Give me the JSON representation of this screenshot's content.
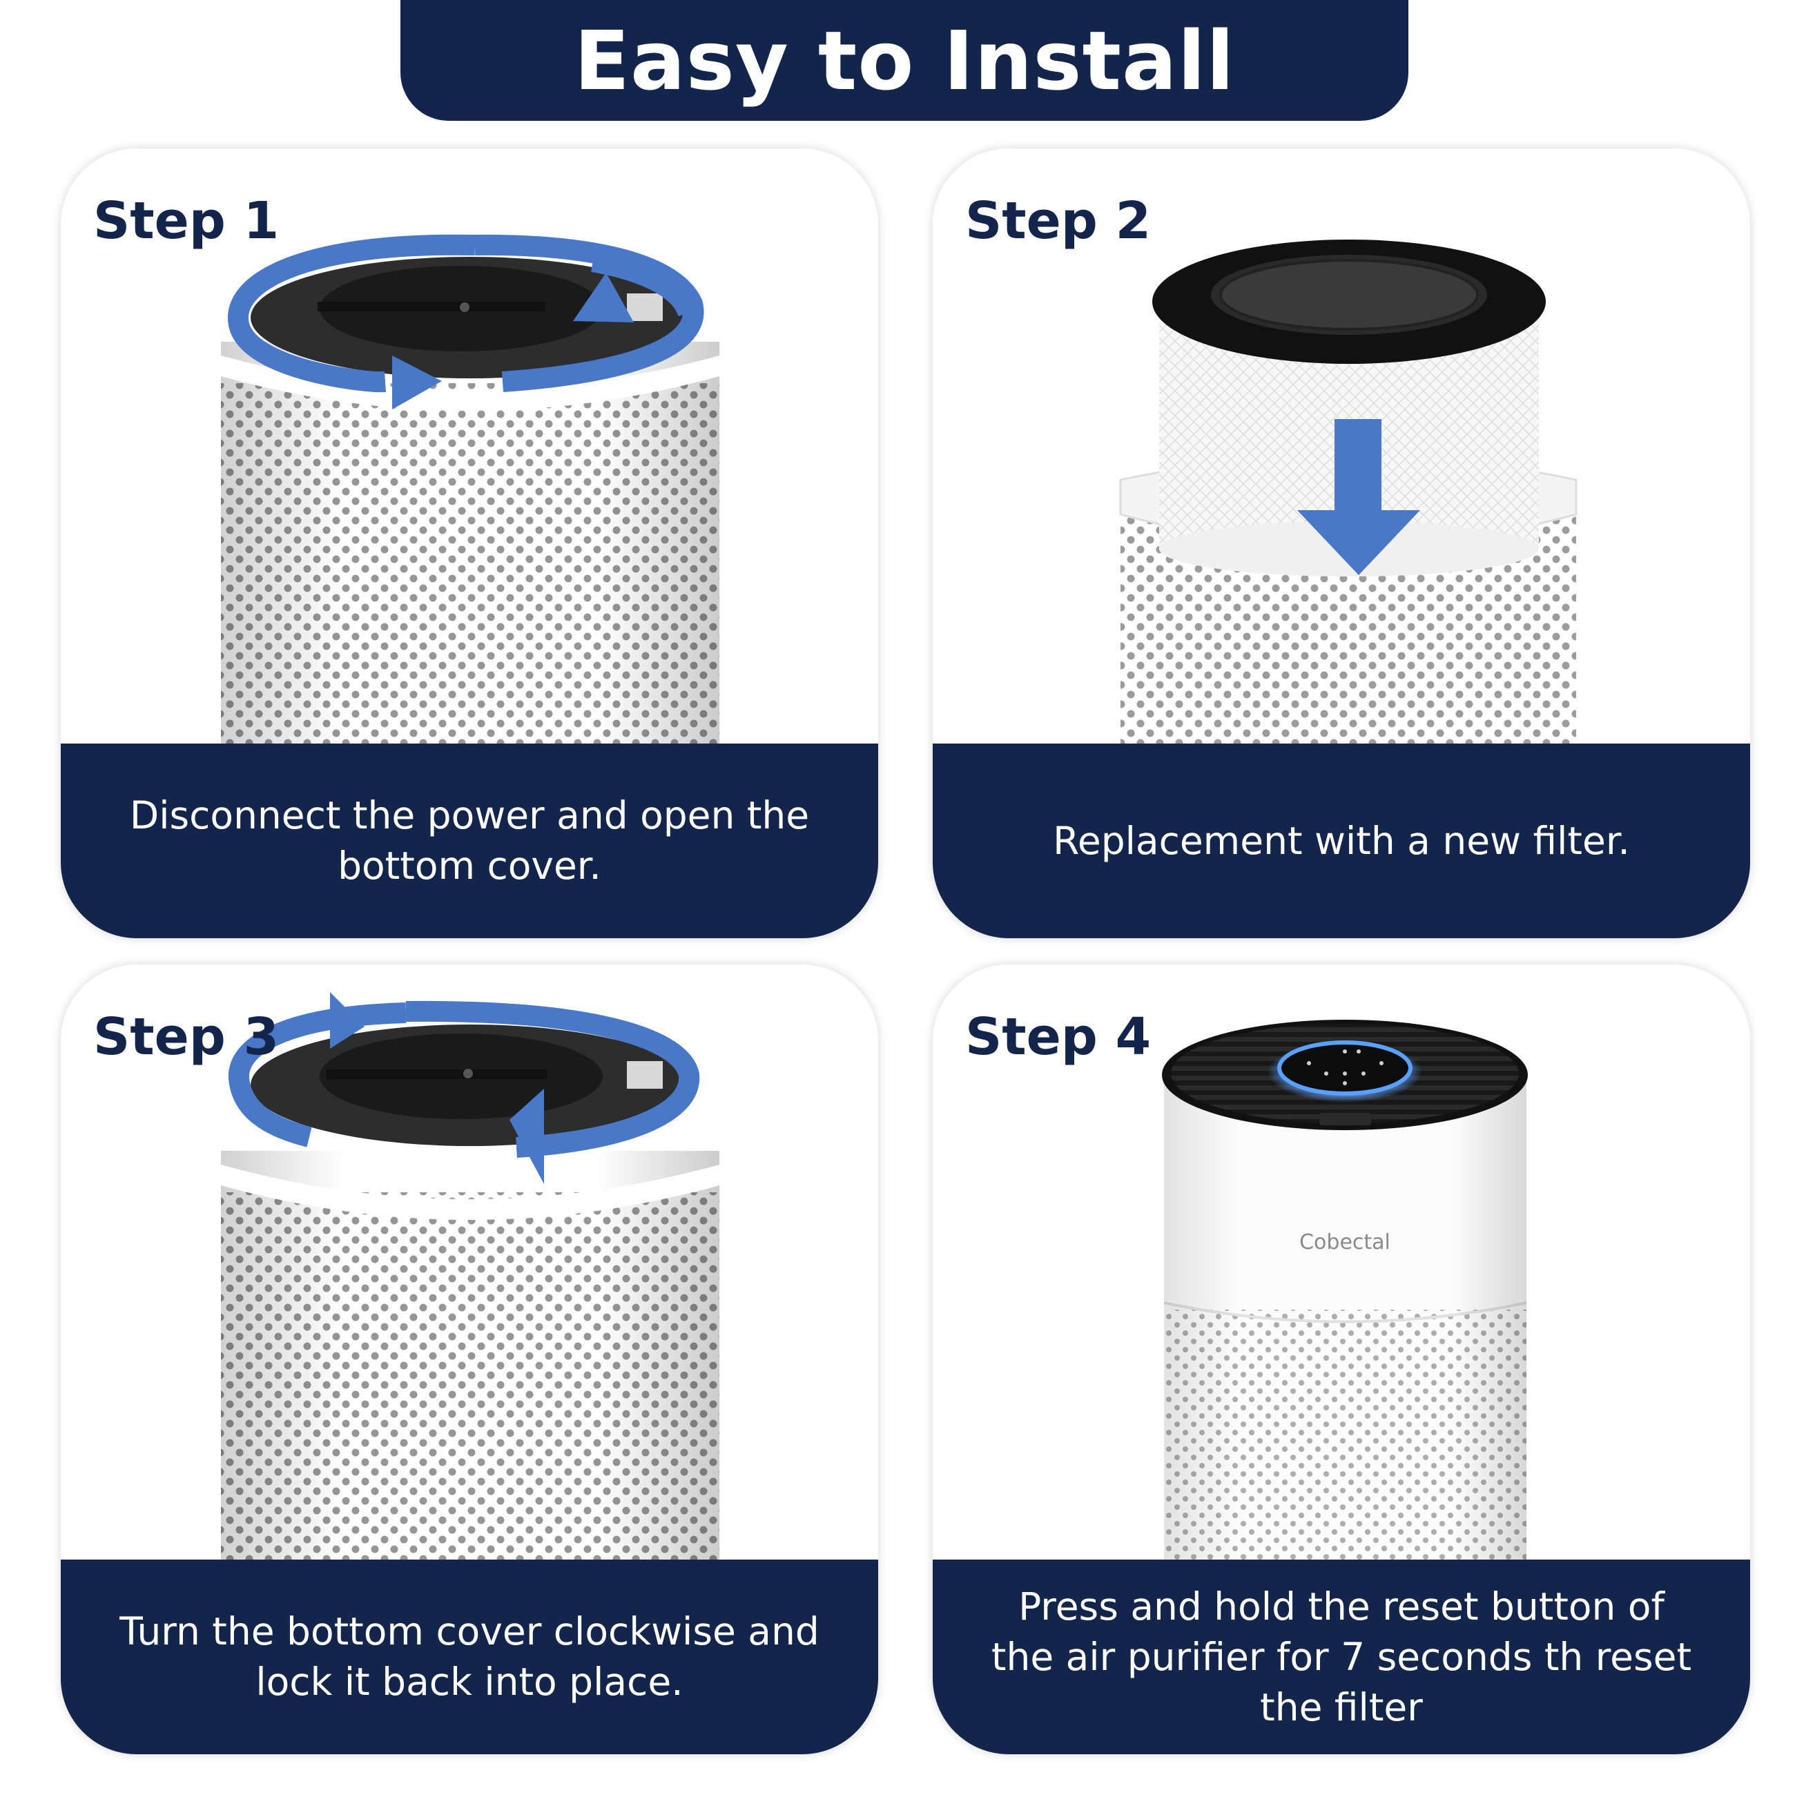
{
  "header": {
    "title": "Easy to Install"
  },
  "steps": [
    {
      "label": "Step 1",
      "caption": "Disconnect the power and open the bottom cover."
    },
    {
      "label": "Step 2",
      "caption": "Replacement with a new filter."
    },
    {
      "label": "Step 3",
      "caption": "Turn the bottom cover clockwise and lock it back into place."
    },
    {
      "label": "Step 4",
      "caption": "Press and hold the reset button of the air purifier for 7 seconds th reset the filter"
    }
  ],
  "product": {
    "brand_mark": "Cobectal"
  },
  "colors": {
    "navy": "#13254a",
    "arrow_blue": "#4a78c8",
    "indicator_ring": "#5aa0ff"
  }
}
